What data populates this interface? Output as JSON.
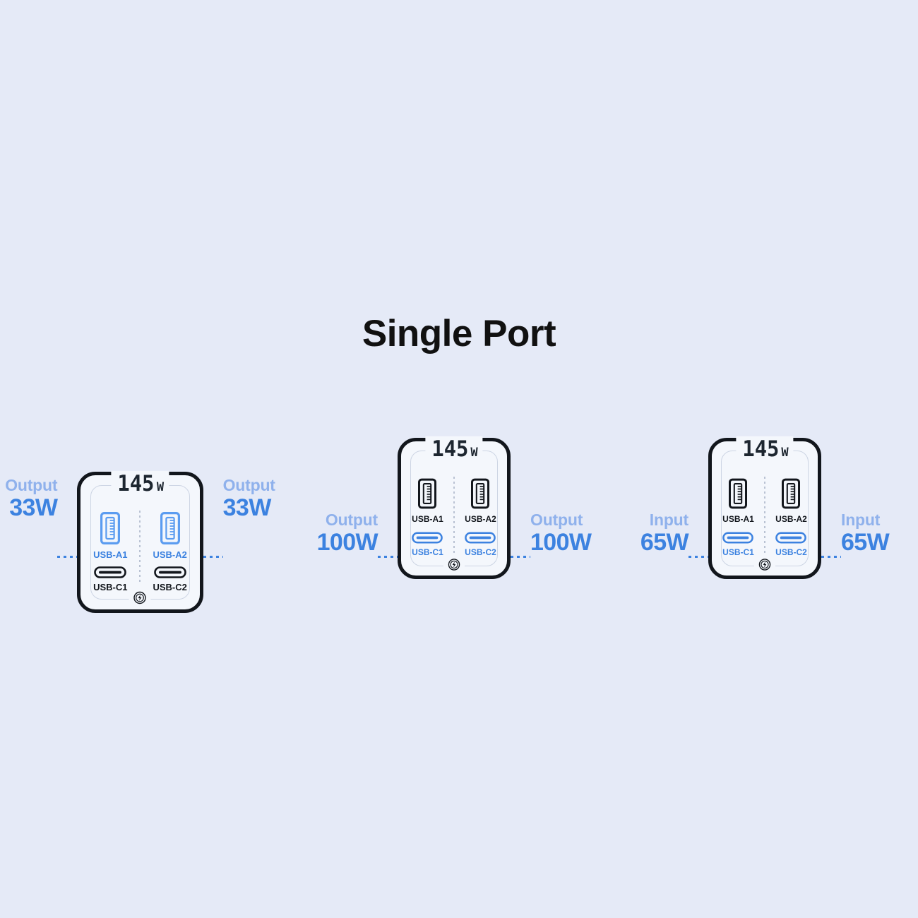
{
  "page": {
    "background_color": "#e5eaf7",
    "title": "Single Port"
  },
  "colors": {
    "accent_blue": "#3c82e0",
    "accent_blue_light": "#8fb1ec",
    "ink": "#12161c",
    "panel": "#f4f7fc",
    "inner_border": "#cdd5e4"
  },
  "groups": [
    {
      "id": "group-1",
      "left_label": {
        "caption": "Output",
        "value": "33W"
      },
      "right_label": {
        "caption": "Output",
        "value": "33W"
      },
      "charger": {
        "watt_number": "145",
        "watt_unit": "W",
        "power_icon": "power-bolt-icon",
        "highlight_row": "usb-a",
        "ports": [
          {
            "name": "USB-A1",
            "type": "usb-a",
            "highlighted": true
          },
          {
            "name": "USB-A2",
            "type": "usb-a",
            "highlighted": true
          },
          {
            "name": "USB-C1",
            "type": "usb-c",
            "highlighted": false
          },
          {
            "name": "USB-C2",
            "type": "usb-c",
            "highlighted": false
          }
        ]
      }
    },
    {
      "id": "group-2",
      "left_label": {
        "caption": "Output",
        "value": "100W"
      },
      "right_label": {
        "caption": "Output",
        "value": "100W"
      },
      "charger": {
        "watt_number": "145",
        "watt_unit": "W",
        "power_icon": "power-bolt-icon",
        "highlight_row": "usb-c",
        "ports": [
          {
            "name": "USB-A1",
            "type": "usb-a",
            "highlighted": false
          },
          {
            "name": "USB-A2",
            "type": "usb-a",
            "highlighted": false
          },
          {
            "name": "USB-C1",
            "type": "usb-c",
            "highlighted": true
          },
          {
            "name": "USB-C2",
            "type": "usb-c",
            "highlighted": true
          }
        ]
      }
    },
    {
      "id": "group-3",
      "left_label": {
        "caption": "Input",
        "value": "65W"
      },
      "right_label": {
        "caption": "Input",
        "value": "65W"
      },
      "charger": {
        "watt_number": "145",
        "watt_unit": "W",
        "power_icon": "power-bolt-icon",
        "highlight_row": "usb-c",
        "ports": [
          {
            "name": "USB-A1",
            "type": "usb-a",
            "highlighted": false
          },
          {
            "name": "USB-A2",
            "type": "usb-a",
            "highlighted": false
          },
          {
            "name": "USB-C1",
            "type": "usb-c",
            "highlighted": true
          },
          {
            "name": "USB-C2",
            "type": "usb-c",
            "highlighted": true
          }
        ]
      }
    }
  ]
}
